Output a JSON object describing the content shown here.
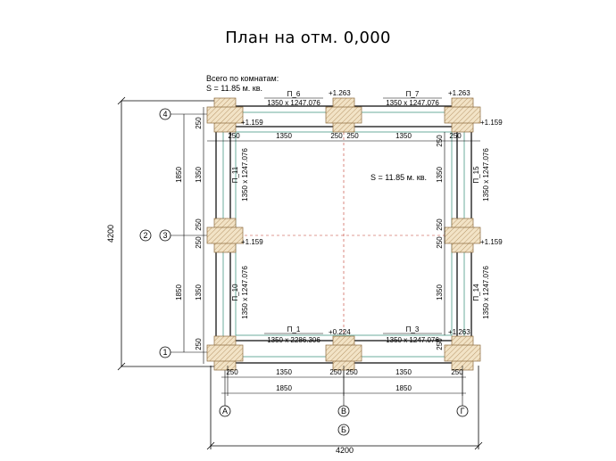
{
  "title": "План на отм. 0,000",
  "rooms_header": {
    "line1": "Всего по комнатам:",
    "line2": "S    =  11.85 м. кв."
  },
  "room_area": "S    =  11.85 м. кв.",
  "axes": {
    "rows": [
      "4",
      "3",
      "1"
    ],
    "extra_row": "2",
    "cols": [
      "А",
      "В",
      "Г"
    ],
    "extra_col": "Б"
  },
  "overall_dims": {
    "vertical": "4200",
    "horizontal": "4200"
  },
  "logs": [
    {
      "id": "П_6",
      "size": "1350 x 1247.076"
    },
    {
      "id": "П_7",
      "size": "1350 x 1247.076"
    },
    {
      "id": "П_11",
      "size": "1350 x 1247.076"
    },
    {
      "id": "П_15",
      "size": "1350 x 1247.076"
    },
    {
      "id": "П_10",
      "size": "1350 x 1247.076"
    },
    {
      "id": "П_14",
      "size": "1350 x 1247.076"
    },
    {
      "id": "П_1",
      "size": "1350 x 2286.306"
    },
    {
      "id": "П_3",
      "size": "1350 x 1247.076"
    }
  ],
  "elevations": [
    "+1.263",
    "+1.263",
    "+1.159",
    "+1.159",
    "+1.159",
    "+1.159",
    "+0.224",
    "+1.263"
  ],
  "dims": {
    "d250": "250",
    "d1350": "1350",
    "d1850": "1850"
  }
}
